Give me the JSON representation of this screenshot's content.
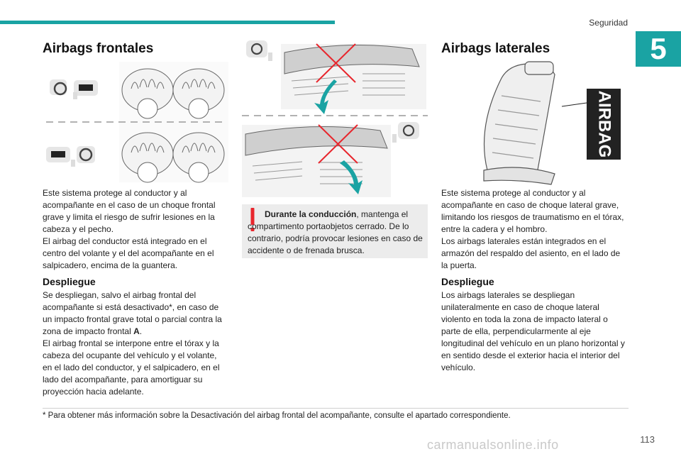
{
  "header": {
    "section": "Seguridad",
    "chapter": "5"
  },
  "left": {
    "title": "Airbags frontales",
    "intro": "Este sistema protege al conductor y al acompañante en el caso de un choque frontal grave y limita el riesgo de sufrir lesiones en la cabeza y el pecho.\nEl airbag del conductor está integrado en el centro del volante y el del acompañante en el salpicadero, encima de la guantera.",
    "deploy_title": "Despliegue",
    "deploy_p1": "Se despliegan, salvo el airbag frontal del acompañante si está desactivado*, en caso de un impacto frontal grave total o parcial contra la zona de impacto frontal ",
    "deploy_zone": "A",
    "deploy_p1_end": ".",
    "deploy_p2": "El airbag frontal se interpone entre el tórax y la cabeza del ocupante del vehículo y el volante, en el lado del conductor, y el salpicadero, en el lado del acompañante, para amortiguar su proyección hacia adelante."
  },
  "middle": {
    "warning_bold": "Durante la conducción",
    "warning_text": ", mantenga el compartimento portaobjetos cerrado. De lo contrario, podría provocar lesiones en caso de accidente o de frenada brusca."
  },
  "right": {
    "title": "Airbags laterales",
    "airbag_tag": "AIRBAG",
    "intro": "Este sistema protege al conductor y al acompañante en caso de choque lateral grave, limitando los riesgos de traumatismo en el tórax, entre la cadera y el hombro.\nLos airbags laterales están integrados en el armazón del respaldo del asiento, en el lado de la puerta.",
    "deploy_title": "Despliegue",
    "deploy_text": "Los airbags laterales se despliegan unilateralmente en caso de choque lateral violento en toda la zona de impacto lateral o parte de ella, perpendicularmente al eje longitudinal del vehículo en un plano horizontal y en sentido desde el exterior hacia el interior del vehículo."
  },
  "footnote": "* Para obtener más información sobre la Desactivación del airbag frontal del acompañante, consulte el apartado correspondiente.",
  "page_number": "113",
  "watermark": "carmanualsonline.info",
  "colors": {
    "accent": "#1aa3a3",
    "warning": "#e8262d"
  }
}
